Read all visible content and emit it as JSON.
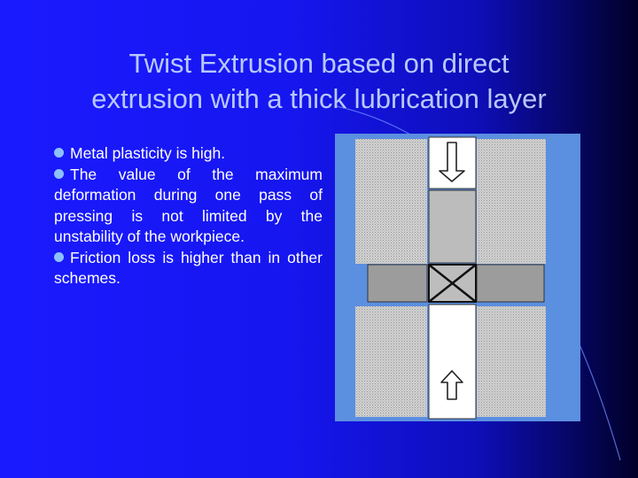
{
  "title": {
    "line1": "Twist Extrusion based on direct",
    "line2": "extrusion with a thick lubrication layer"
  },
  "bullets": [
    "Metal plasticity is high.",
    "The value of the maximum deformation during one pass of pressing is not limited by the unstability of the workpiece.",
    "Friction loss is higher than in other schemes."
  ],
  "colors": {
    "background": "#1a1aff",
    "title_text": "#b8c8ff",
    "body_text": "#ffffff",
    "bullet_dot": "#8ec0ff",
    "figure_frame": "#5b8fe0",
    "die_block": "#c8c8c8",
    "workpiece": "#bcbcbc",
    "channel": "#ffffff"
  },
  "figure": {
    "top_arrow": "arrow-down-icon",
    "bottom_arrow": "arrow-up-icon",
    "center_mark": "x-cross-icon"
  }
}
